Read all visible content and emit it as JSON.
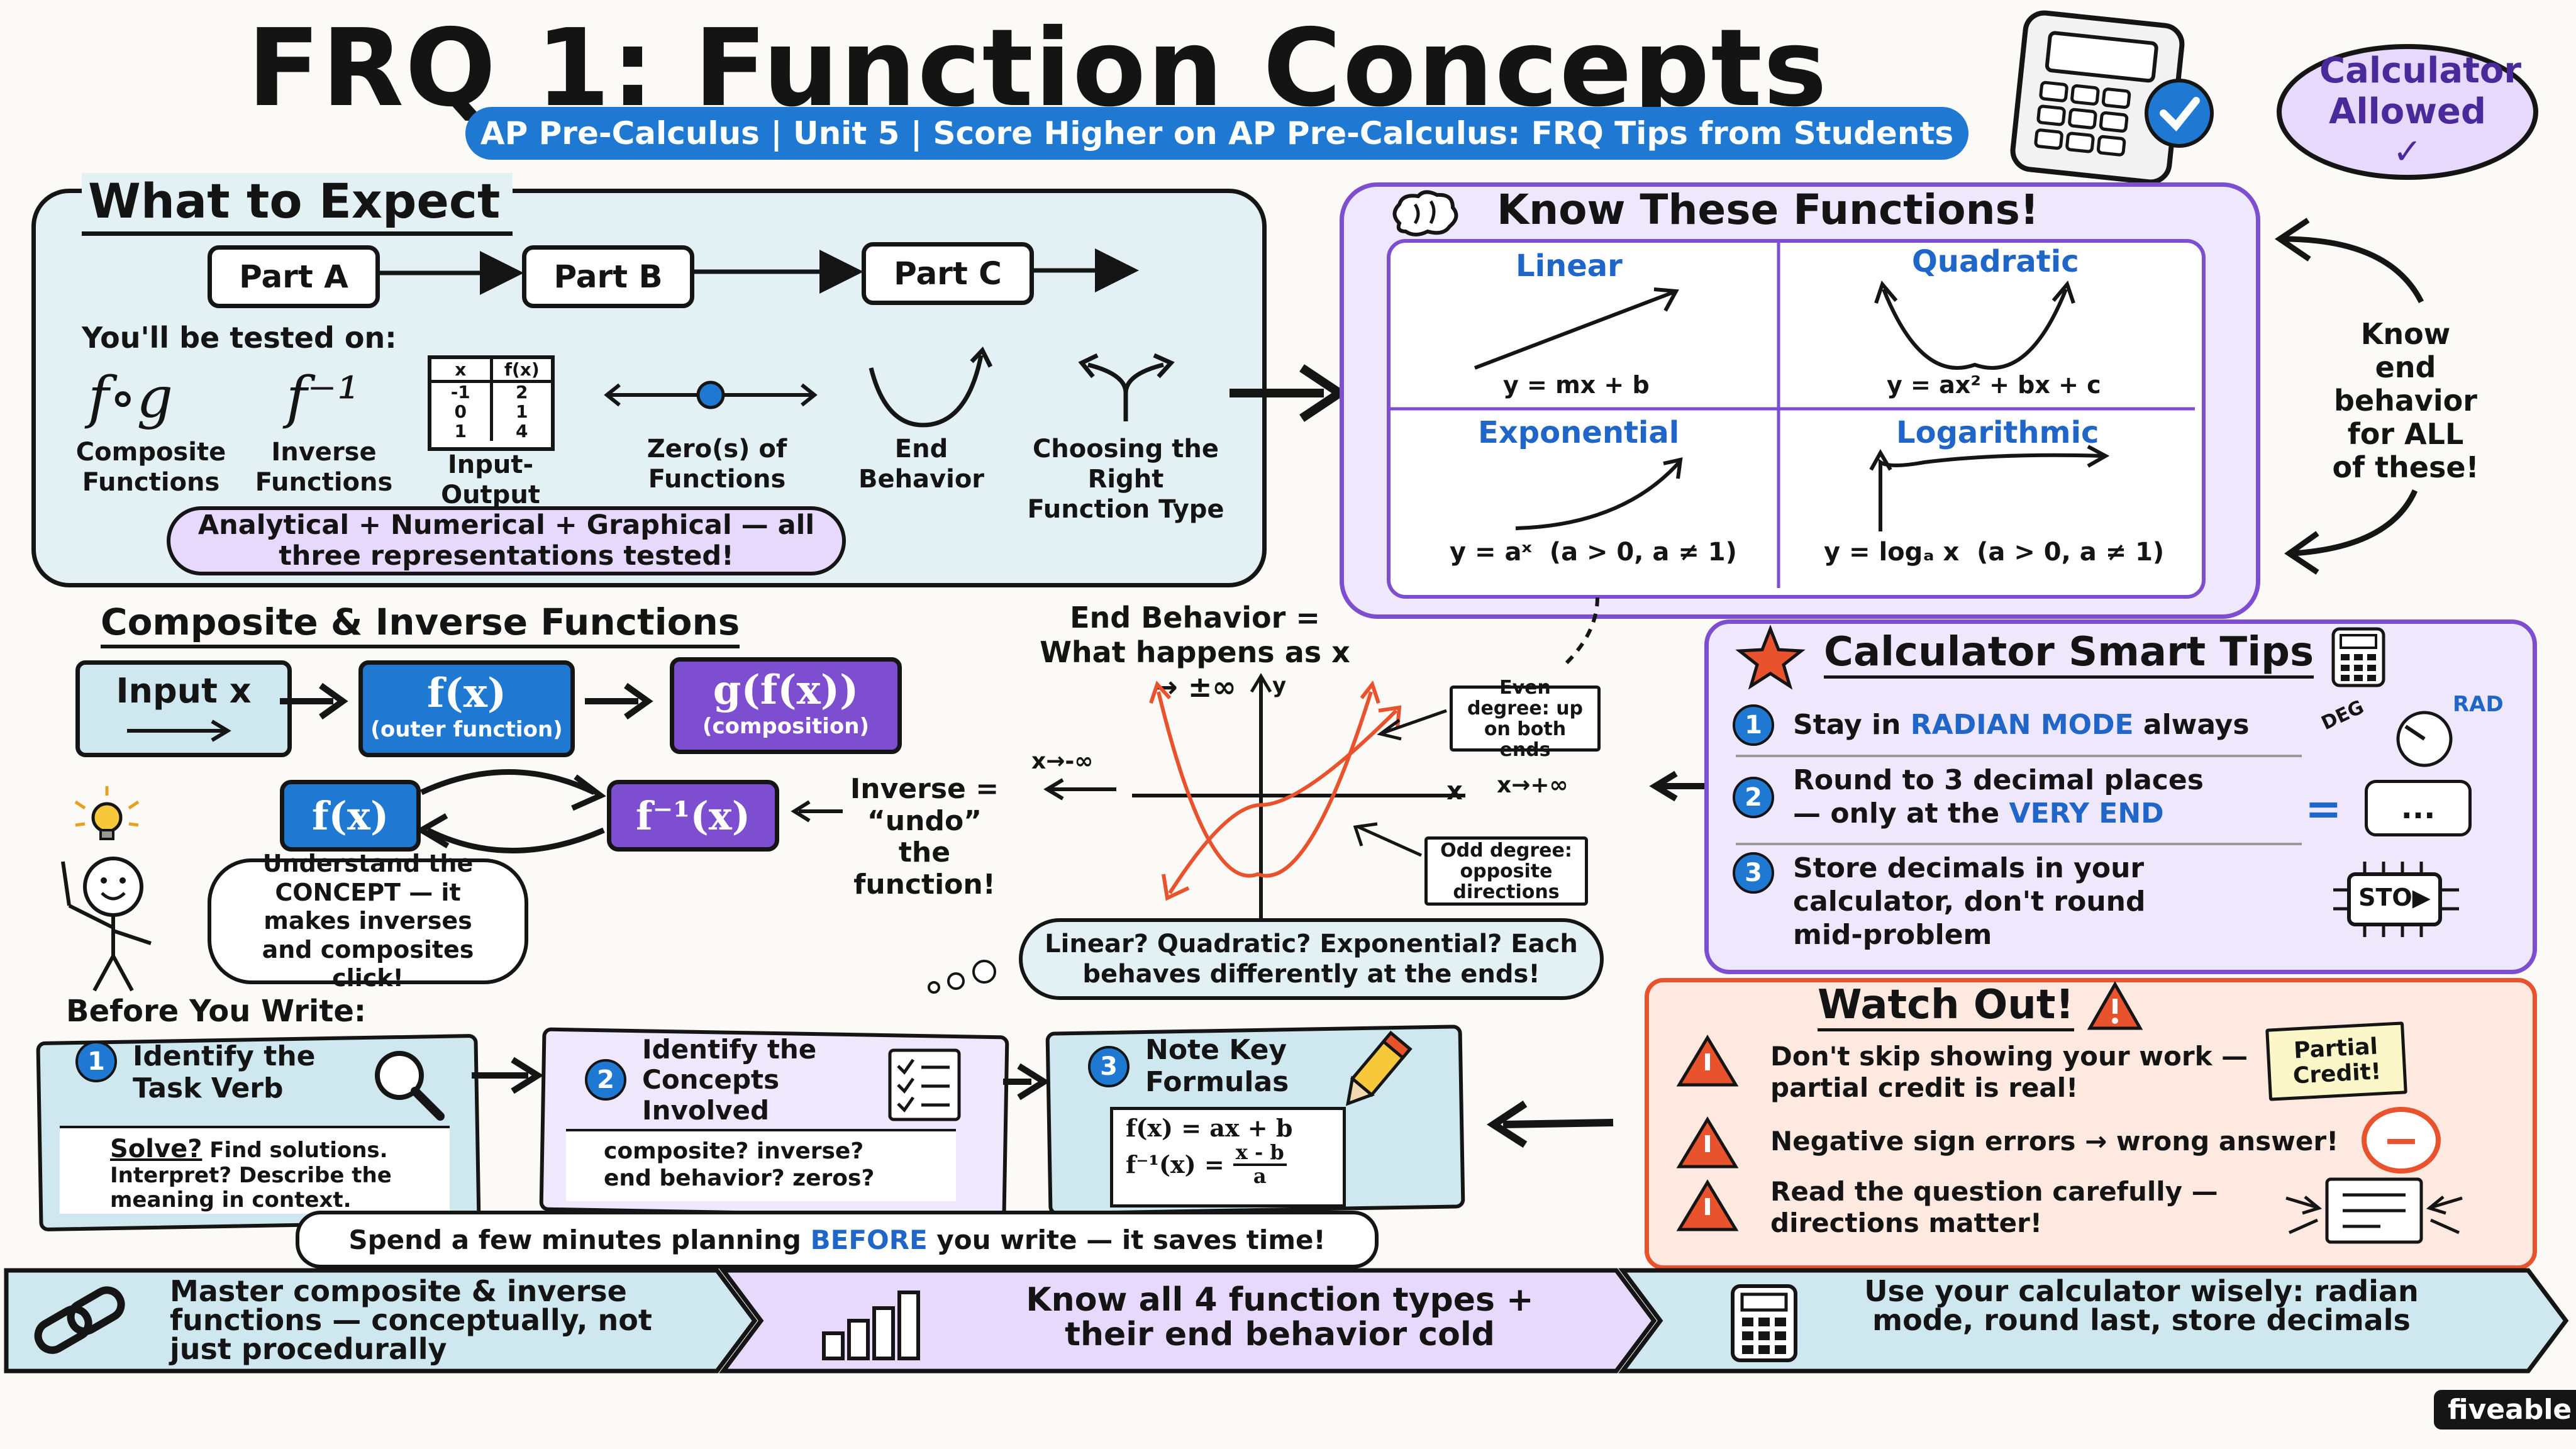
{
  "header": {
    "title": "FRQ 1: Function Concepts",
    "subtitle": "AP Pre-Calculus | Unit 5 | Score Higher on AP Pre-Calculus: FRQ Tips from Students",
    "badge": "Calculator Allowed ✓"
  },
  "expect": {
    "title": "What to Expect",
    "parts": [
      "Part A",
      "Part B",
      "Part C"
    ],
    "tested_label": "You'll be tested on:",
    "topics": [
      {
        "symbol": "f∘g",
        "label": "Composite Functions"
      },
      {
        "symbol": "f⁻¹",
        "label": "Inverse Functions"
      },
      {
        "symbol": "",
        "label": "Input-Output Tables"
      },
      {
        "symbol": "",
        "label": "Zero(s) of Functions"
      },
      {
        "symbol": "",
        "label": "End Behavior"
      },
      {
        "symbol": "",
        "label": "Choosing the Right Function Type"
      }
    ],
    "table": {
      "headers": [
        "x",
        "f(x)"
      ],
      "rows": [
        [
          "-1",
          "2"
        ],
        [
          "0",
          "1"
        ],
        [
          "1",
          "4"
        ]
      ]
    },
    "note": "Analytical + Numerical + Graphical — all three representations tested!"
  },
  "functions": {
    "title": "Know These Functions!",
    "items": [
      {
        "name": "Linear",
        "formula": "y = mx + b"
      },
      {
        "name": "Quadratic",
        "formula": "y = ax² + bx + c"
      },
      {
        "name": "Exponential",
        "formula": "y = aˣ  (a > 0, a ≠ 1)"
      },
      {
        "name": "Logarithmic",
        "formula": "y = logₐ x  (a > 0, a ≠ 1)"
      }
    ],
    "side_note": "Know end behavior for ALL of these!"
  },
  "composite": {
    "title": "Composite & Inverse Functions",
    "input": "Input x",
    "fx": "f(x)",
    "fx_sub": "(outer function)",
    "gfx": "g(f(x))",
    "gfx_sub": "(composition)",
    "inv_fx": "f(x)",
    "inv": "f⁻¹(x)",
    "inverse_note": "Inverse = “undo” the function!",
    "bubble": "Understand the CONCEPT — it makes inverses and composites click!"
  },
  "end_behavior": {
    "title": "End Behavior = What happens as x → ±∞",
    "left": "x→-∞",
    "right": "x→+∞",
    "y_axis": "y",
    "x_axis": "x",
    "even_note": "Even degree: up on both ends",
    "odd_note": "Odd degree: opposite directions",
    "cloud": "Linear? Quadratic? Exponential? Each behaves differently at the ends!"
  },
  "calc": {
    "title": "Calculator Smart Tips",
    "tip1_a": "Stay in ",
    "tip1_b": "RADIAN MODE",
    "tip1_c": " always",
    "tip2_a": "Round to 3 decimal places — only at the ",
    "tip2_b": "VERY END",
    "tip3": "Store decimals in your calculator, don't round mid-problem",
    "deg": "DEG",
    "rad": "RAD",
    "eq": "=",
    "dots": "...",
    "sto": "STO▶"
  },
  "before": {
    "title": "Before You Write:",
    "steps": [
      {
        "n": "1",
        "title": "Identify the Task Verb",
        "body_b": "Solve?",
        "body": " Find solutions. Interpret? Describe the meaning in context."
      },
      {
        "n": "2",
        "title": "Identify the Concepts Involved",
        "body_b": "",
        "body": "composite? inverse? end behavior? zeros?"
      },
      {
        "n": "3",
        "title": "Note Key Formulas",
        "body_b": "",
        "body": ""
      }
    ],
    "formula1": "f(x) = ax + b",
    "formula2_a": "f⁻¹(x) =",
    "formula2_num": "x - b",
    "formula2_den": "a",
    "plan_a": "Spend a few minutes planning ",
    "plan_b": "BEFORE",
    "plan_c": " you write — it saves time!"
  },
  "watch": {
    "title": "Watch Out!",
    "items": [
      "Don't skip showing your work — partial credit is real!",
      "Negative sign errors → wrong answer!",
      "Read the question carefully — directions matter!"
    ],
    "partial": "Partial Credit!",
    "minus": "−"
  },
  "footer": {
    "items": [
      "Master composite & inverse functions — conceptually, not just procedurally",
      "Know all 4 function types + their end behavior cold",
      "Use your calculator wisely: radian mode, round last, store decimals"
    ],
    "brand": "fiveable"
  },
  "colors": {
    "blue": "#1f78d1",
    "purple": "#7d4fd0",
    "orange_red": "#e8532d",
    "teal_bg": "#e3f1f4",
    "lavender_bg": "#efe7fb",
    "peach_bg": "#fde9e0"
  }
}
